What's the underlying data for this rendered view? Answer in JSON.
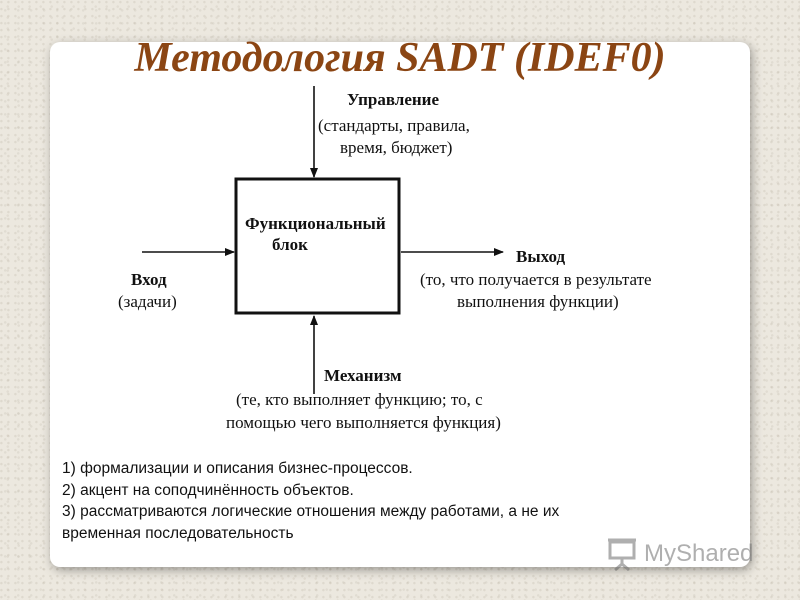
{
  "title": "Методология SADT (IDEF0)",
  "diagram": {
    "control": {
      "label": "Управление",
      "description_line1": "(стандарты, правила,",
      "description_line2": "время, бюджет)"
    },
    "function_block": {
      "line1": "Функциональный",
      "line2": "блок"
    },
    "input": {
      "label": "Вход",
      "description": "(задачи)"
    },
    "output": {
      "label": "Выход",
      "description_line1": "(то, что получается в результате",
      "description_line2": "выполнения функции)"
    },
    "mechanism": {
      "label": "Механизм",
      "description_line1": "(те, кто выполняет функцию; то, с",
      "description_line2": "помощью чего выполняется функция)"
    }
  },
  "notes": [
    "1) формализации и описания бизнес-процессов.",
    "2) акцент на соподчинённость объектов.",
    "3) рассматриваются логические отношения между работами, а не их",
    "временная последовательность"
  ],
  "watermark": {
    "text": "MyShared"
  }
}
